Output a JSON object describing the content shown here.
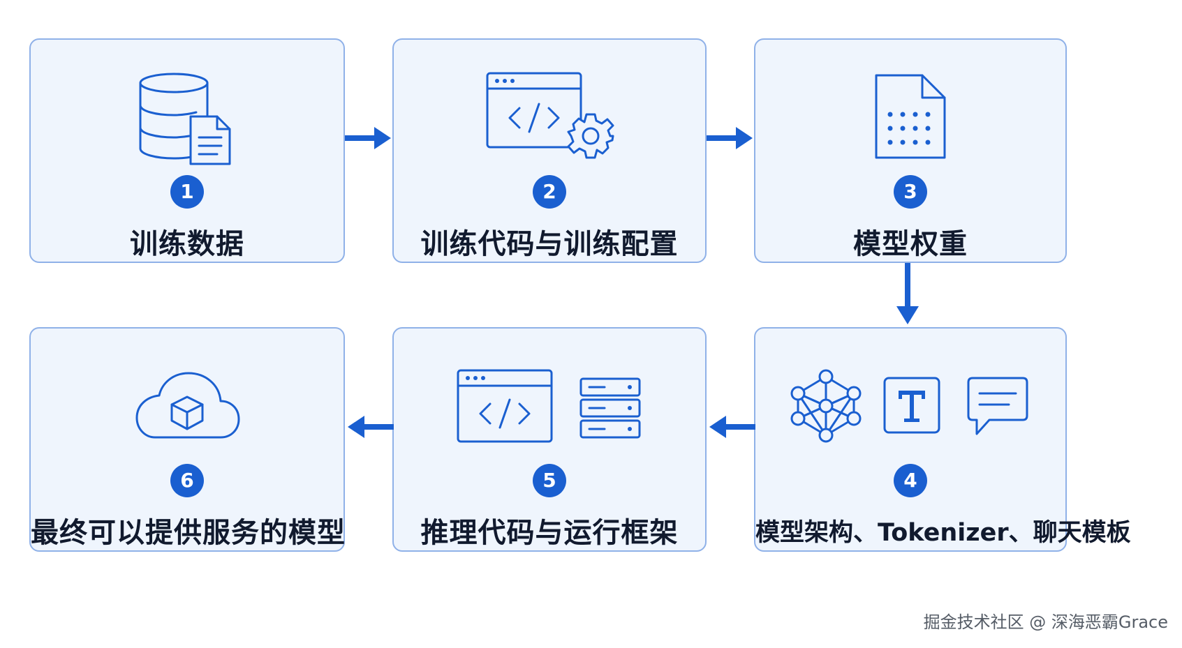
{
  "steps": [
    {
      "number": "1",
      "label": "训练数据"
    },
    {
      "number": "2",
      "label": "训练代码与训练配置"
    },
    {
      "number": "3",
      "label": "模型权重"
    },
    {
      "number": "4",
      "label": "模型架构、Tokenizer、聊天模板"
    },
    {
      "number": "5",
      "label": "推理代码与运行框架"
    },
    {
      "number": "6",
      "label": "最终可以提供服务的模型"
    }
  ],
  "icons": {
    "step1": [
      "database-icon",
      "document-icon"
    ],
    "step2": [
      "code-window-icon",
      "gear-icon"
    ],
    "step3": [
      "weights-file-icon"
    ],
    "step4": [
      "neural-network-icon",
      "text-icon",
      "chat-icon"
    ],
    "step5": [
      "code-window-icon",
      "server-icon"
    ],
    "step6": [
      "cloud-cube-icon"
    ]
  },
  "flow_order": [
    "1",
    "2",
    "3",
    "4",
    "5",
    "6"
  ],
  "watermark": "掘金技术社区 @ 深海恶霸Grace",
  "colors": {
    "accent": "#1a5fd0",
    "card_background": "#eff5fd",
    "card_border": "#8fb1e8",
    "text": "#111a2e"
  }
}
